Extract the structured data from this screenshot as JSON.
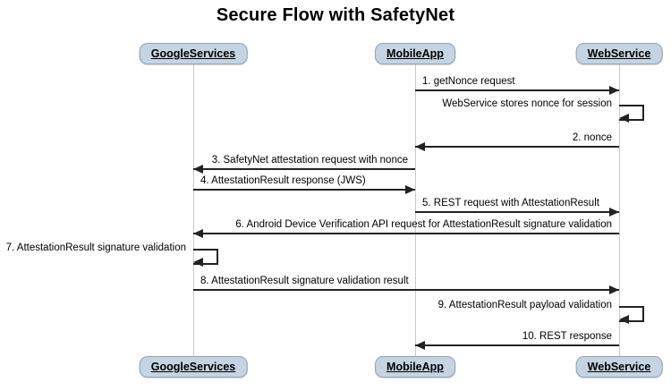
{
  "title": "Secure Flow with SafetyNet",
  "colors": {
    "actor_fill": "#c5d4e2",
    "actor_border": "#8ea4b8",
    "lifeline": "#c3cbd3",
    "arrow": "#222222",
    "background": "#ffffff",
    "text": "#000000"
  },
  "actors": [
    {
      "id": "GoogleServices",
      "label": "GoogleServices"
    },
    {
      "id": "MobileApp",
      "label": "MobileApp"
    },
    {
      "id": "WebService",
      "label": "WebService"
    }
  ],
  "messages": [
    {
      "label": "1. getNonce request",
      "from": "MobileApp",
      "to": "WebService",
      "kind": "call"
    },
    {
      "label": "WebService stores nonce for session",
      "from": "WebService",
      "to": "WebService",
      "kind": "self"
    },
    {
      "label": "2. nonce",
      "from": "WebService",
      "to": "MobileApp",
      "kind": "call"
    },
    {
      "label": "3. SafetyNet attestation request with nonce",
      "from": "MobileApp",
      "to": "GoogleServices",
      "kind": "call"
    },
    {
      "label": "4. AttestationResult response (JWS)",
      "from": "GoogleServices",
      "to": "MobileApp",
      "kind": "call"
    },
    {
      "label": "5. REST request with AttestationResult",
      "from": "MobileApp",
      "to": "WebService",
      "kind": "call"
    },
    {
      "label": "6. Android Device Verification API request for AttestationResult signature validation",
      "from": "WebService",
      "to": "GoogleServices",
      "kind": "call"
    },
    {
      "label": "7. AttestationResult signature validation",
      "from": "GoogleServices",
      "to": "GoogleServices",
      "kind": "self"
    },
    {
      "label": "8. AttestationResult signature validation result",
      "from": "GoogleServices",
      "to": "WebService",
      "kind": "call"
    },
    {
      "label": "9. AttestationResult payload validation",
      "from": "WebService",
      "to": "WebService",
      "kind": "self"
    },
    {
      "label": "10. REST response",
      "from": "WebService",
      "to": "MobileApp",
      "kind": "call"
    }
  ]
}
